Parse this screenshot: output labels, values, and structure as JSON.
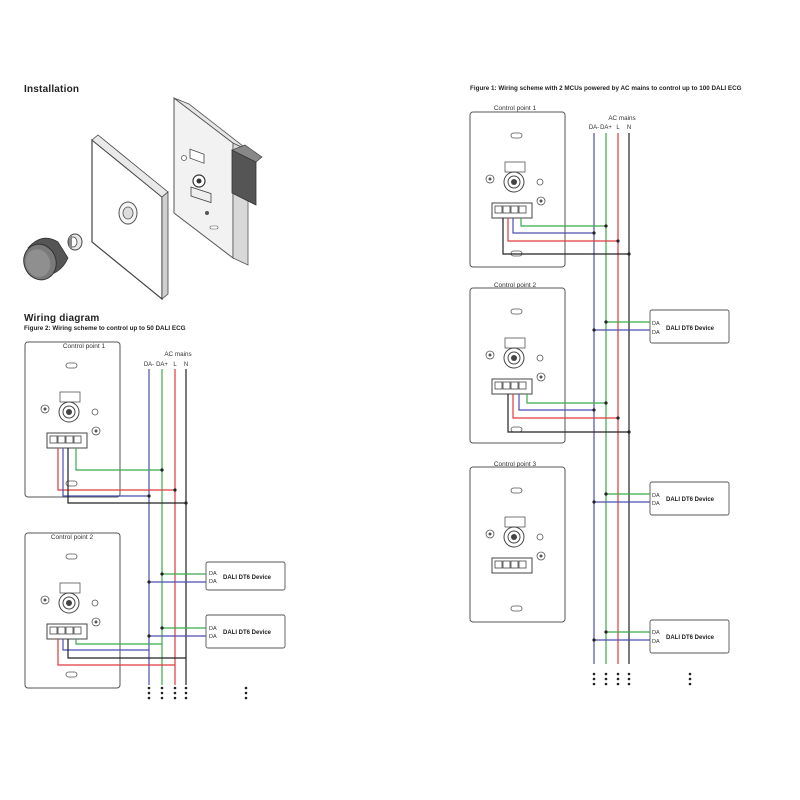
{
  "headings": {
    "installation": "Installation",
    "wiring": "Wiring diagram",
    "fig2_caption": "Figure 2: Wiring scheme to control up to 50 DALI ECG",
    "fig1_caption": "Figure 1: Wiring scheme with 2 MCUs powered by AC mains to control up to 100 DALI ECG"
  },
  "labels": {
    "cp1": "Control point 1",
    "cp2": "Control point 2",
    "cp3": "Control point 3",
    "ac_mains": "AC mains",
    "da_minus": "DA-",
    "da_plus": "DA+",
    "l": "L",
    "n": "N",
    "da": "DA",
    "device": "DALI DT6 Device"
  },
  "colors": {
    "blue": "#4a4fb0",
    "green": "#3bab4a",
    "red": "#e0393b",
    "black": "#222222",
    "outline": "#555555"
  }
}
